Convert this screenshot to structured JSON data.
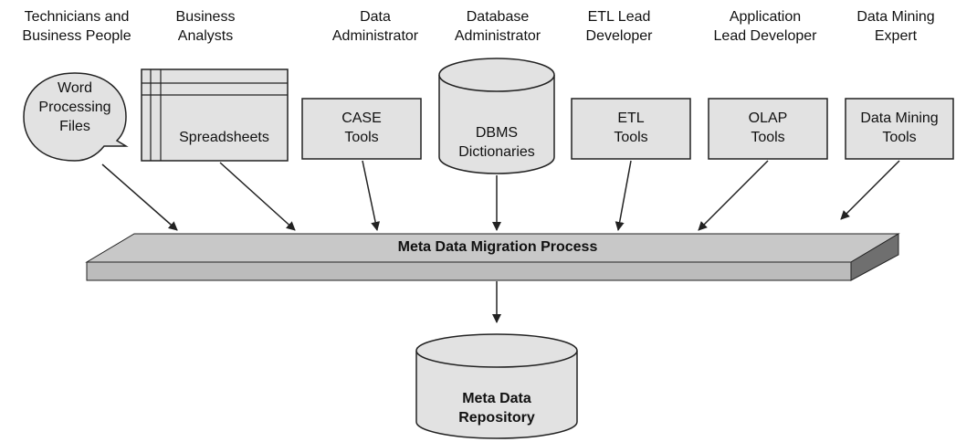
{
  "roles": [
    {
      "id": "technicians",
      "line1": "Technicians and",
      "line2": "Business People"
    },
    {
      "id": "business-analysts",
      "line1": "Business",
      "line2": "Analysts"
    },
    {
      "id": "data-administrator",
      "line1": "Data",
      "line2": "Administrator"
    },
    {
      "id": "database-administrator",
      "line1": "Database",
      "line2": "Administrator"
    },
    {
      "id": "etl-lead",
      "line1": "ETL Lead",
      "line2": "Developer"
    },
    {
      "id": "application-lead",
      "line1": "Application",
      "line2": "Lead Developer"
    },
    {
      "id": "data-mining-expert",
      "line1": "Data Mining",
      "line2": "Expert"
    }
  ],
  "sources": {
    "word": {
      "line1": "Word",
      "line2": "Processing",
      "line3": "Files"
    },
    "spreadsheets": {
      "line1": "Spreadsheets"
    },
    "case": {
      "line1": "CASE",
      "line2": "Tools"
    },
    "dbms": {
      "line1": "DBMS",
      "line2": "Dictionaries"
    },
    "etl": {
      "line1": "ETL",
      "line2": "Tools"
    },
    "olap": {
      "line1": "OLAP",
      "line2": "Tools"
    },
    "datamining": {
      "line1": "Data Mining",
      "line2": "Tools"
    }
  },
  "process": {
    "label": "Meta Data Migration Process"
  },
  "repository": {
    "line1": "Meta Data",
    "line2": "Repository"
  },
  "colors": {
    "fill": "#e2e2e2",
    "bar_top": "#c8c8c8",
    "bar_side": "#6f6f6f",
    "stroke": "#222222"
  }
}
